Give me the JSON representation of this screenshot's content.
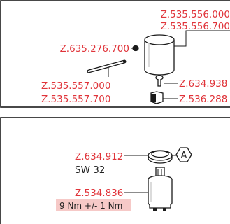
{
  "top_panel": {
    "labels": {
      "handle_cap_1": "Z.535.556.000",
      "handle_cap_2": "Z.535.556.700",
      "set_screw": "Z.635.276.700",
      "lever_rod_1": "Z.535.557.000",
      "lever_rod_2": "Z.535.557.700",
      "screw": "Z.634.938",
      "adapter": "Z.536.288"
    }
  },
  "bottom_panel": {
    "labels": {
      "nut": "Z.634.912",
      "wrench_size": "SW 32",
      "cartridge": "Z.534.836",
      "torque": "9 Nm +/- 1 Nm",
      "callout": "A"
    }
  },
  "colors": {
    "part_number": "#e0343a",
    "torque_highlight": "#f6c9c7",
    "outline": "#1a1a1a"
  }
}
